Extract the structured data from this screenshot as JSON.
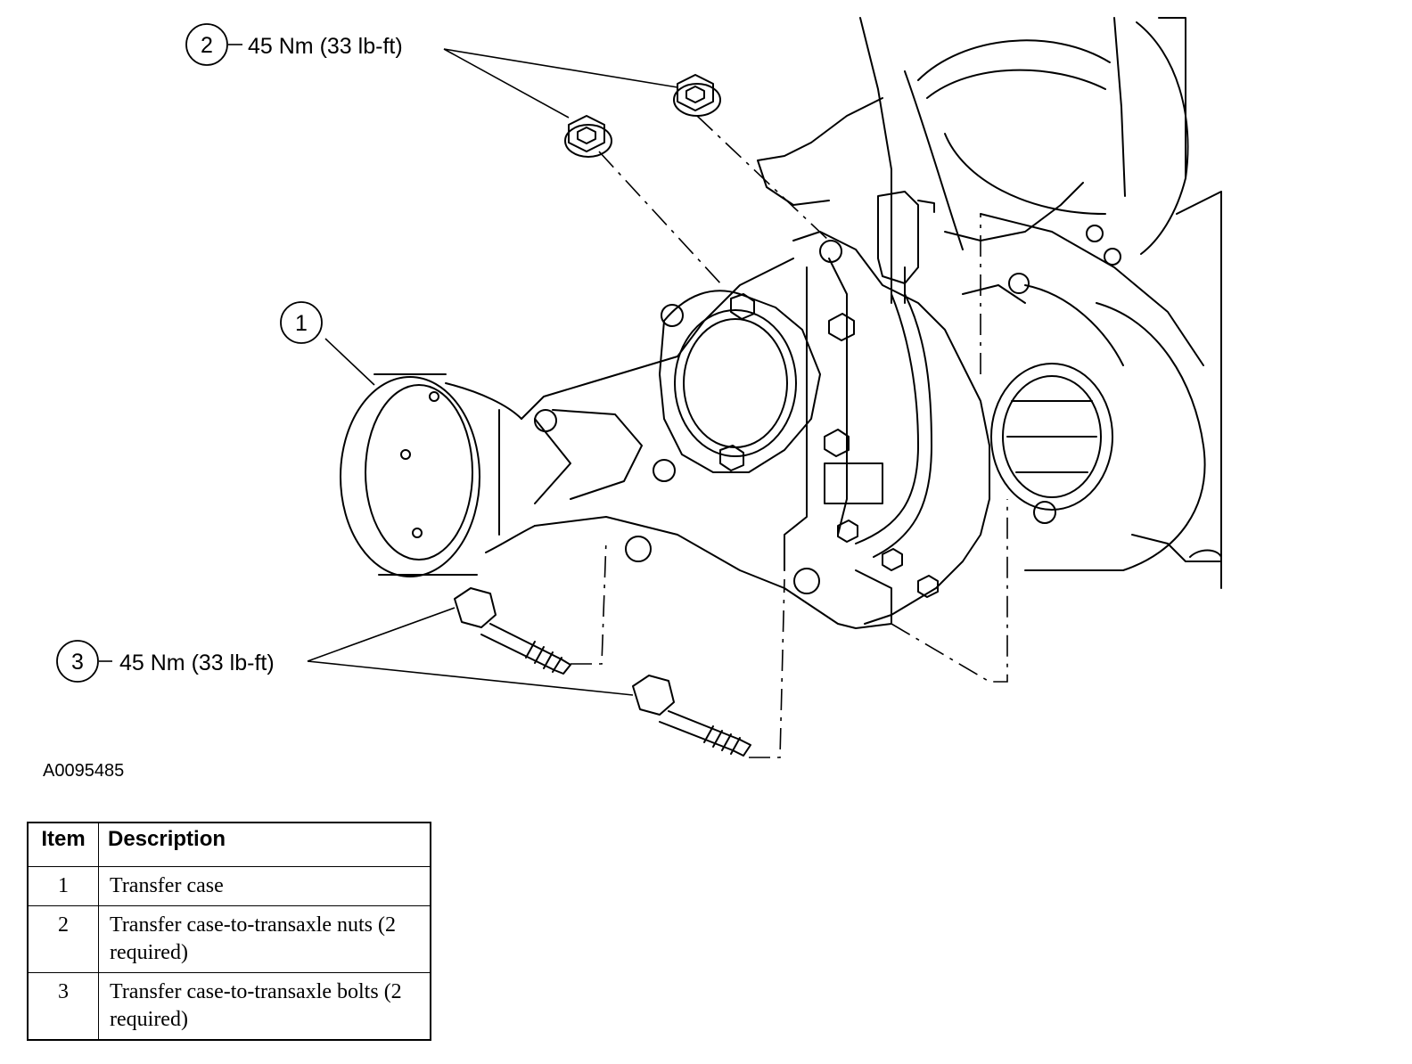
{
  "callouts": [
    {
      "number": "2",
      "torque": "45 Nm (33 lb-ft)"
    },
    {
      "number": "1",
      "torque": ""
    },
    {
      "number": "3",
      "torque": "45 Nm (33 lb-ft)"
    }
  ],
  "figure_id": "A0095485",
  "legend": {
    "header": {
      "item": "Item",
      "description": "Description"
    },
    "rows": [
      {
        "item": "1",
        "description": "Transfer case"
      },
      {
        "item": "2",
        "description": "Transfer case-to-transaxle nuts (2 required)"
      },
      {
        "item": "3",
        "description": "Transfer case-to-transaxle bolts (2 required)"
      }
    ]
  }
}
